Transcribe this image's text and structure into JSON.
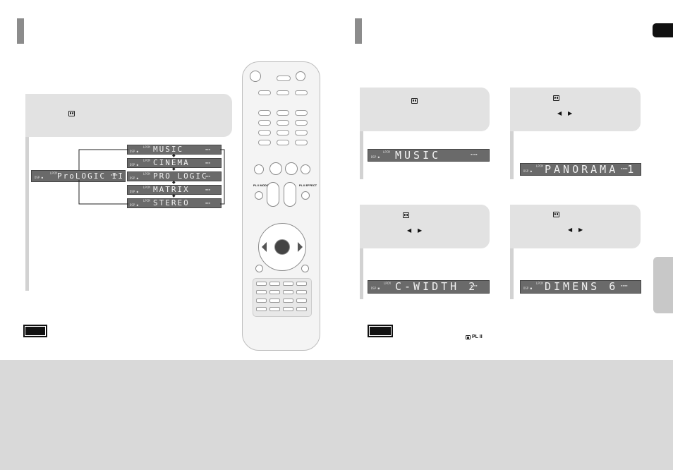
{
  "left_display": {
    "main": "ProLOGIC II",
    "tag": "DSP",
    "modes": [
      "MUSIC",
      "CINEMA",
      "PRO LOGIC",
      "MATRIX",
      "STEREO"
    ]
  },
  "right_displays": {
    "top_left": "MUSIC",
    "top_right": "PANORAMA 1",
    "bottom_left": "C-WIDTH 2",
    "bottom_right": "DIMENS 6"
  },
  "logos": {
    "pl2": "PL II",
    "left_arrows": [
      "◀",
      "▶"
    ],
    "right_arrows": [
      "◀",
      "▶"
    ]
  },
  "remote": {
    "brand": "",
    "mode_button": "PL II MODE",
    "effect_button": "PL II EFFECT"
  },
  "icons": {
    "dolby": "dolby-double-d-icon",
    "arrow_left": "arrow-left-icon",
    "arrow_right": "arrow-right-icon"
  },
  "colors": {
    "bar": "#8c8c8c",
    "panel": "#e2e2e2",
    "lcd": "#6a6a6a",
    "footer": "#d9d9d9",
    "tab": "#111111",
    "side_tab": "#c8c8c8"
  }
}
